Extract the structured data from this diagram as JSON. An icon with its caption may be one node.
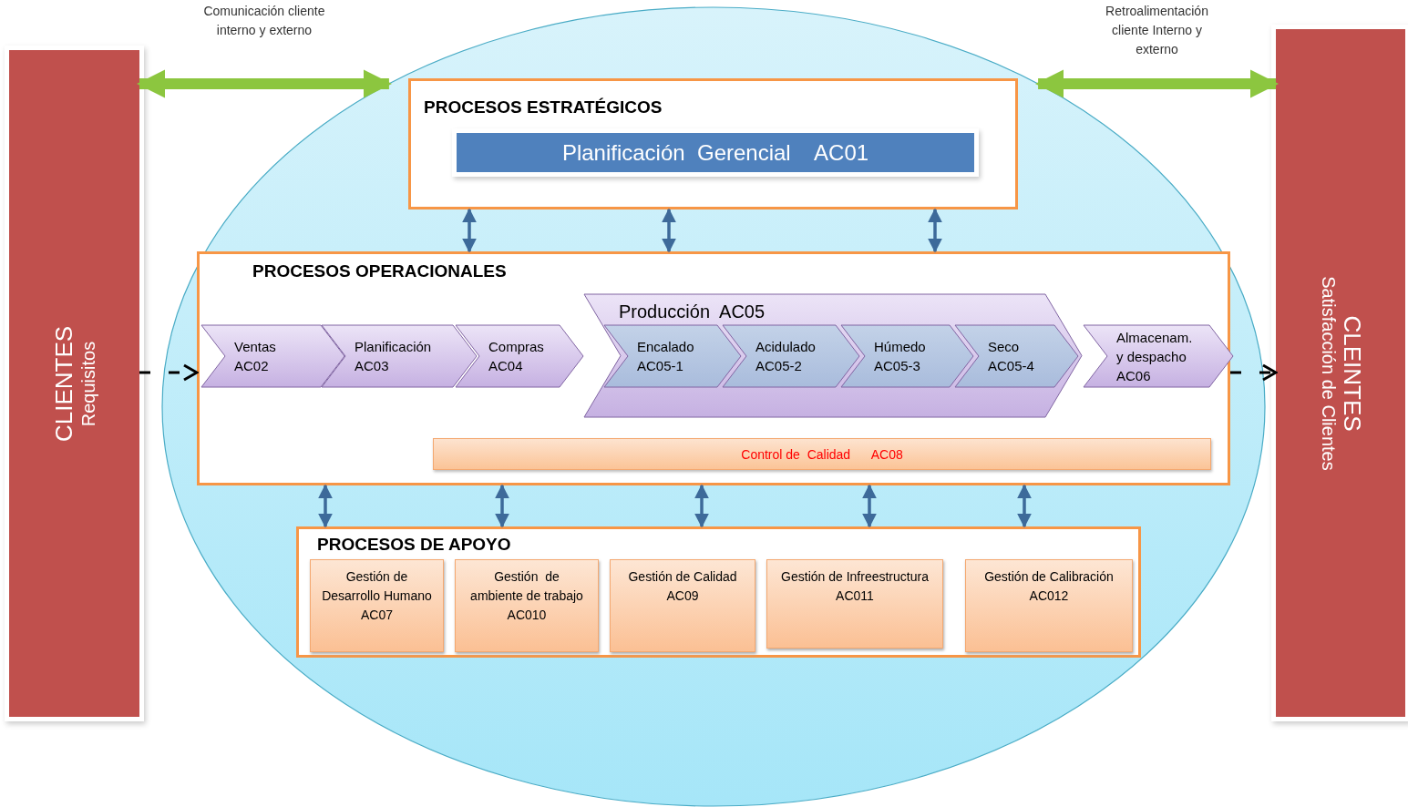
{
  "diagram": {
    "nodes": [
      {
        "text": [
          "CLIENTES",
          "Requisitos"
        ]
      },
      {
        "text": [],
        "shape": "ellipse"
      },
      {
        "text": [
          "PROCESOS ESTRATÉGICOS"
        ],
        "in": 1
      },
      {
        "text": [
          "Planificación  Gerencial    AC01"
        ],
        "in": 2
      },
      {
        "text": [
          "PROCESOS OPERACIONALES"
        ],
        "in": 1
      },
      {
        "text": [
          "Ventas AC02"
        ],
        "in": 4
      },
      {
        "text": [
          "Planificación AC03"
        ],
        "in": 4
      },
      {
        "text": [
          "Compras AC04"
        ],
        "in": 4
      },
      {
        "text": [
          "Producción  AC05"
        ],
        "in": 4
      },
      {
        "text": [
          "Encalado AC05-1"
        ],
        "in": 8
      },
      {
        "text": [
          "Acidulado AC05-2"
        ],
        "in": 8
      },
      {
        "text": [
          "Húmedo AC05-3"
        ],
        "in": 8
      },
      {
        "text": [
          "Seco AC05-4"
        ],
        "in": 8
      },
      {
        "text": [
          "Almacenam. y despacho AC06"
        ],
        "in": 4
      },
      {
        "text": [
          "Control de  Calidad      AC08"
        ],
        "in": 4
      },
      {
        "text": [
          "PROCESOS DE APOYO"
        ],
        "in": 1
      },
      {
        "text": [
          "Gestión de Desarrollo Humano AC07"
        ],
        "in": 15
      },
      {
        "text": [
          "Gestión  de ambiente de trabajo  AC010"
        ],
        "in": 15
      },
      {
        "text": [
          "Gestión de Calidad AC09"
        ],
        "in": 15
      },
      {
        "text": [
          "Gestión de Infreestructura AC011"
        ],
        "in": 15
      },
      {
        "text": [
          "Gestión de Calibración AC012"
        ],
        "in": 15
      },
      {
        "text": [
          "CLEINTES",
          "Satisfacción de Clientes"
        ]
      }
    ],
    "edges": [
      {
        "from": 0,
        "to": 1,
        "arrow": "both",
        "label": "Comunicación cliente interno y externo",
        "style": "thick",
        "color": "#8cc63f"
      },
      {
        "from": 1,
        "to": 21,
        "arrow": "both",
        "label": "Retroalimentación cliente Interno y externo",
        "style": "thick",
        "color": "#8cc63f"
      },
      {
        "from": 2,
        "to": 4,
        "arrow": "both"
      },
      {
        "from": 2,
        "to": 4,
        "arrow": "both"
      },
      {
        "from": 2,
        "to": 4,
        "arrow": "both"
      },
      {
        "from": 4,
        "to": 15,
        "arrow": "both"
      },
      {
        "from": 4,
        "to": 15,
        "arrow": "both"
      },
      {
        "from": 4,
        "to": 15,
        "arrow": "both"
      },
      {
        "from": 4,
        "to": 15,
        "arrow": "both"
      },
      {
        "from": 4,
        "to": 15,
        "arrow": "both"
      },
      {
        "from": 0,
        "to": 4,
        "arrow": "to",
        "style": "dashed",
        "color": "#000000"
      },
      {
        "from": 4,
        "to": 21,
        "arrow": "to",
        "style": "dashed",
        "color": "#000000"
      }
    ]
  }
}
